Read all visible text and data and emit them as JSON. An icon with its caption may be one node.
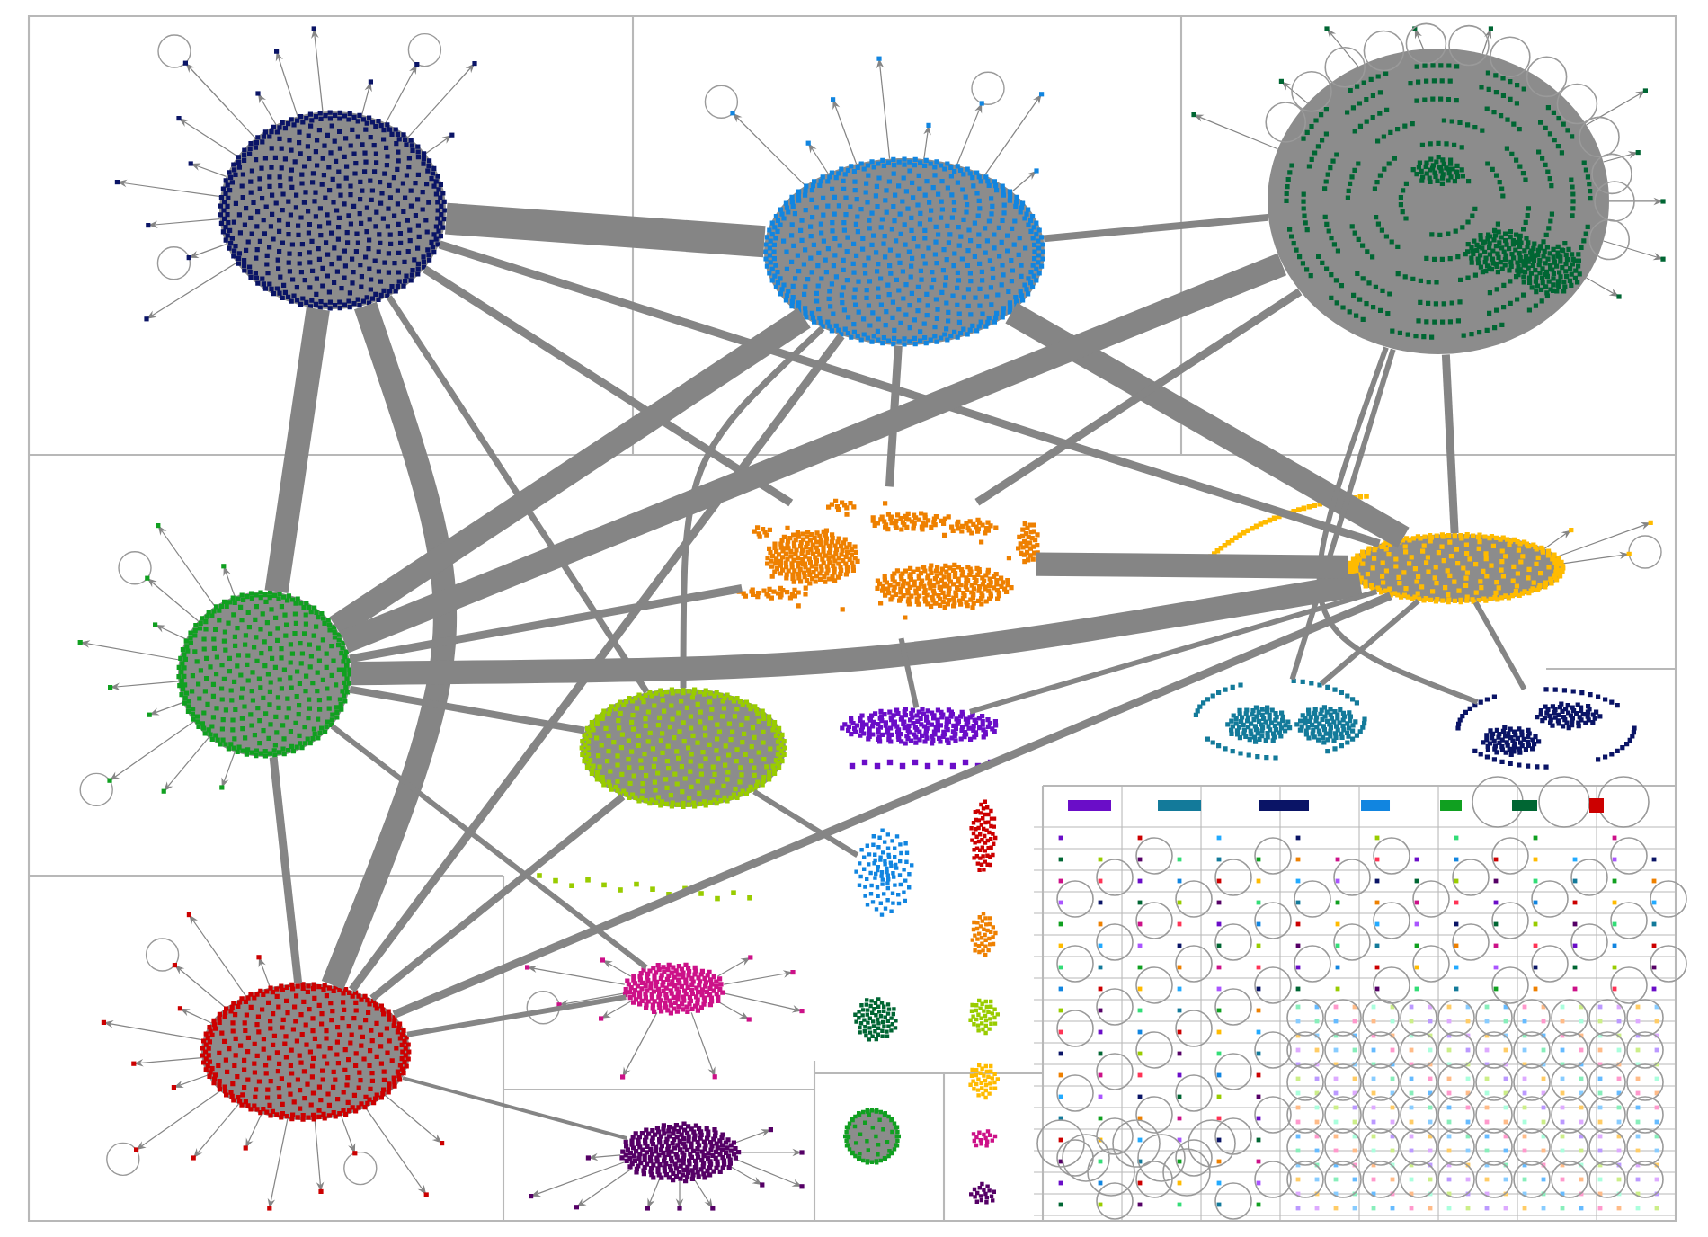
{
  "diagram": {
    "nodes": [
      {
        "text": [],
        "shape": "circle"
      },
      {
        "text": [],
        "shape": "circle"
      },
      {
        "text": [],
        "shape": "circle"
      },
      {
        "text": [],
        "shape": "circle"
      },
      {
        "text": [],
        "shape": "circle"
      },
      {
        "text": [],
        "shape": "circle"
      },
      {
        "text": [],
        "shape": "circle"
      },
      {
        "text": [],
        "shape": "circle"
      },
      {
        "text": [],
        "shape": "circle"
      },
      {
        "text": [],
        "shape": "circle"
      },
      {
        "text": [],
        "shape": "circle"
      },
      {
        "text": [],
        "shape": "circle"
      },
      {
        "text": [],
        "shape": "circle"
      },
      {
        "text": [],
        "shape": "circle"
      },
      {
        "text": [],
        "shape": "circle"
      },
      {
        "text": [],
        "shape": "circle"
      },
      {
        "text": [],
        "shape": "circle"
      },
      {
        "text": [],
        "shape": "circle"
      },
      {
        "text": [],
        "shape": "circle"
      },
      {
        "text": [],
        "shape": "circle"
      },
      {
        "text": [],
        "shape": "circle"
      },
      {
        "text": [],
        "shape": "circle"
      },
      {
        "text": [],
        "shape": "bar"
      },
      {
        "text": [],
        "shape": "bar"
      },
      {
        "text": [],
        "shape": "bar"
      },
      {
        "text": [],
        "shape": "bar"
      },
      {
        "text": [],
        "shape": "bar"
      },
      {
        "text": [],
        "shape": "bar"
      },
      {
        "text": [],
        "shape": "bar"
      }
    ],
    "edges": [
      {
        "from": 0,
        "to": 1,
        "arrow": "none",
        "style": "thick"
      },
      {
        "from": 0,
        "to": 3,
        "arrow": "none",
        "style": "thick"
      },
      {
        "from": 0,
        "to": 10,
        "arrow": "none",
        "style": "thick"
      },
      {
        "from": 0,
        "to": 4,
        "arrow": "none"
      },
      {
        "from": 0,
        "to": 5,
        "arrow": "none"
      },
      {
        "from": 0,
        "to": 6,
        "arrow": "none"
      },
      {
        "from": 1,
        "to": 2,
        "arrow": "none"
      },
      {
        "from": 1,
        "to": 3,
        "arrow": "none",
        "style": "thick"
      },
      {
        "from": 1,
        "to": 4,
        "arrow": "none"
      },
      {
        "from": 1,
        "to": 5,
        "arrow": "none",
        "style": "thick"
      },
      {
        "from": 1,
        "to": 10,
        "arrow": "none"
      },
      {
        "from": 1,
        "to": 6,
        "arrow": "none"
      },
      {
        "from": 2,
        "to": 3,
        "arrow": "none",
        "style": "thick"
      },
      {
        "from": 2,
        "to": 4,
        "arrow": "none"
      },
      {
        "from": 2,
        "to": 5,
        "arrow": "none"
      },
      {
        "from": 2,
        "to": 8,
        "arrow": "none"
      },
      {
        "from": 2,
        "to": 9,
        "arrow": "none"
      },
      {
        "from": 3,
        "to": 4,
        "arrow": "none"
      },
      {
        "from": 3,
        "to": 5,
        "arrow": "none",
        "style": "thick"
      },
      {
        "from": 3,
        "to": 6,
        "arrow": "none"
      },
      {
        "from": 3,
        "to": 10,
        "arrow": "none"
      },
      {
        "from": 4,
        "to": 5,
        "arrow": "none",
        "style": "thick"
      },
      {
        "from": 5,
        "to": 10,
        "arrow": "none"
      },
      {
        "from": 6,
        "to": 10,
        "arrow": "none"
      },
      {
        "from": 10,
        "to": 11,
        "arrow": "none"
      },
      {
        "from": 10,
        "to": 12,
        "arrow": "none"
      },
      {
        "from": 6,
        "to": 13,
        "arrow": "none"
      },
      {
        "from": 4,
        "to": 7,
        "arrow": "none"
      },
      {
        "from": 7,
        "to": 5,
        "arrow": "none"
      },
      {
        "from": 5,
        "to": 8,
        "arrow": "none"
      },
      {
        "from": 5,
        "to": 9,
        "arrow": "none"
      },
      {
        "from": 3,
        "to": 11,
        "arrow": "none"
      }
    ]
  }
}
